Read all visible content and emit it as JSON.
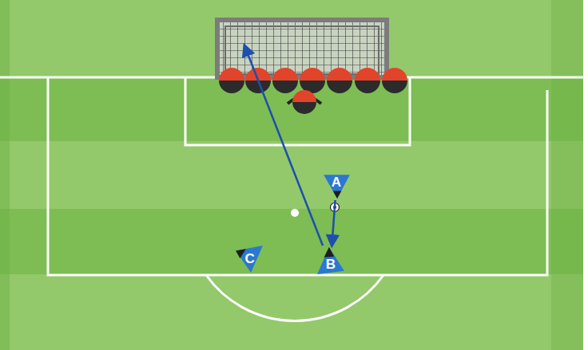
{
  "diagram": {
    "nodes": [
      {
        "text": [
          "A"
        ]
      },
      {
        "text": [
          "C"
        ]
      },
      {
        "text": [
          "B"
        ]
      }
    ],
    "edges": [
      {
        "from": 0,
        "to": 2,
        "arrow": "to"
      }
    ]
  }
}
